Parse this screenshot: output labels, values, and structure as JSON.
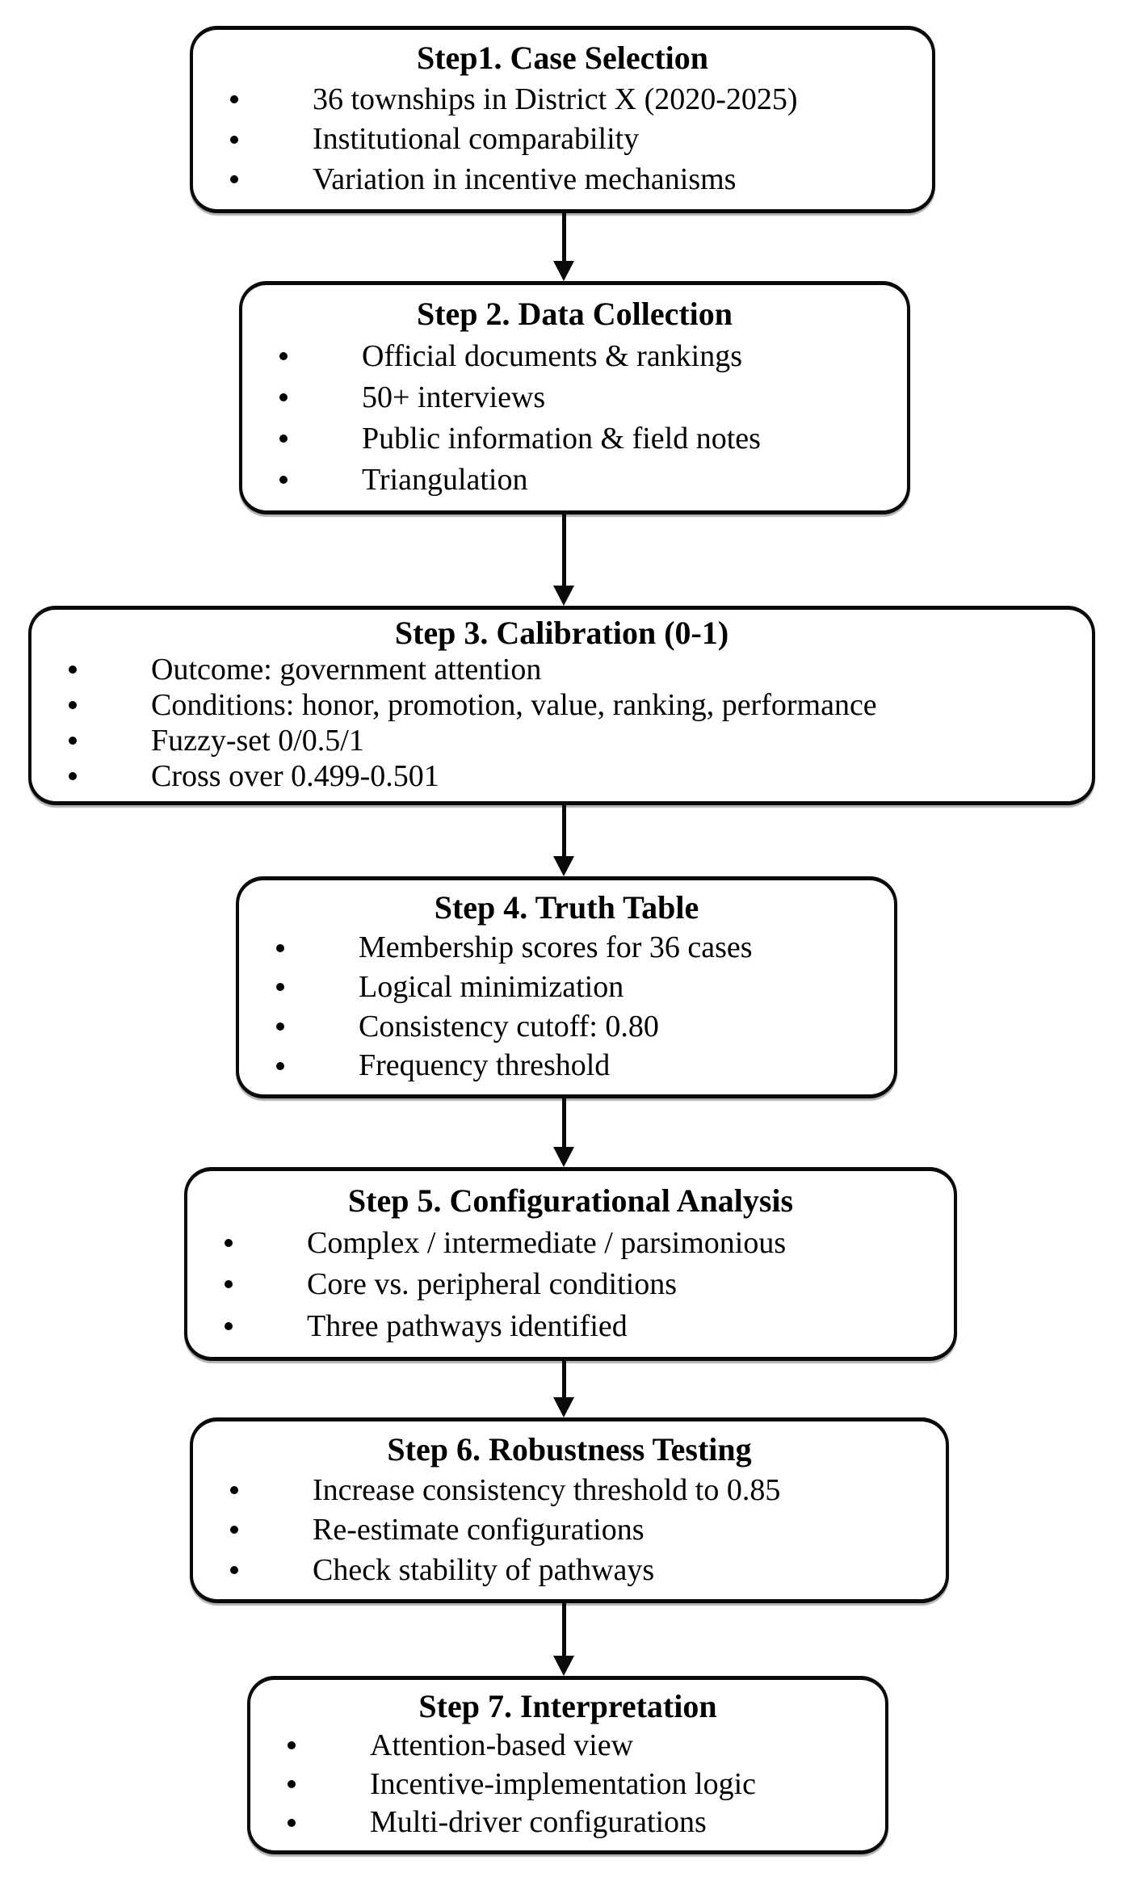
{
  "colors": {
    "background": "#ffffff",
    "box_border": "#0a0a0a",
    "text": "#000000",
    "arrow": "#0a0a0a"
  },
  "flowchart": {
    "steps": [
      {
        "title": "Step1. Case Selection",
        "bullets": [
          "36 townships in District X (2020-2025)",
          "Institutional comparability",
          "Variation in incentive mechanisms"
        ]
      },
      {
        "title": "Step 2. Data Collection",
        "bullets": [
          "Official documents & rankings",
          "50+ interviews",
          "Public information & field notes",
          "Triangulation"
        ]
      },
      {
        "title": "Step 3. Calibration (0-1)",
        "bullets": [
          "Outcome: government attention",
          "Conditions: honor, promotion, value, ranking, performance",
          "Fuzzy-set 0/0.5/1",
          "Cross over 0.499-0.501"
        ]
      },
      {
        "title": "Step 4. Truth Table",
        "bullets": [
          "Membership scores for 36 cases",
          "Logical minimization",
          "Consistency cutoff: 0.80",
          "Frequency threshold"
        ]
      },
      {
        "title": "Step 5. Configurational Analysis",
        "bullets": [
          "Complex / intermediate / parsimonious",
          "Core vs. peripheral conditions",
          "Three pathways identified"
        ]
      },
      {
        "title": "Step 6. Robustness Testing",
        "bullets": [
          "Increase consistency threshold to 0.85",
          "Re-estimate configurations",
          "Check stability of pathways"
        ]
      },
      {
        "title": "Step 7. Interpretation",
        "bullets": [
          "Attention-based view",
          "Incentive-implementation logic",
          "Multi-driver configurations"
        ]
      }
    ]
  }
}
